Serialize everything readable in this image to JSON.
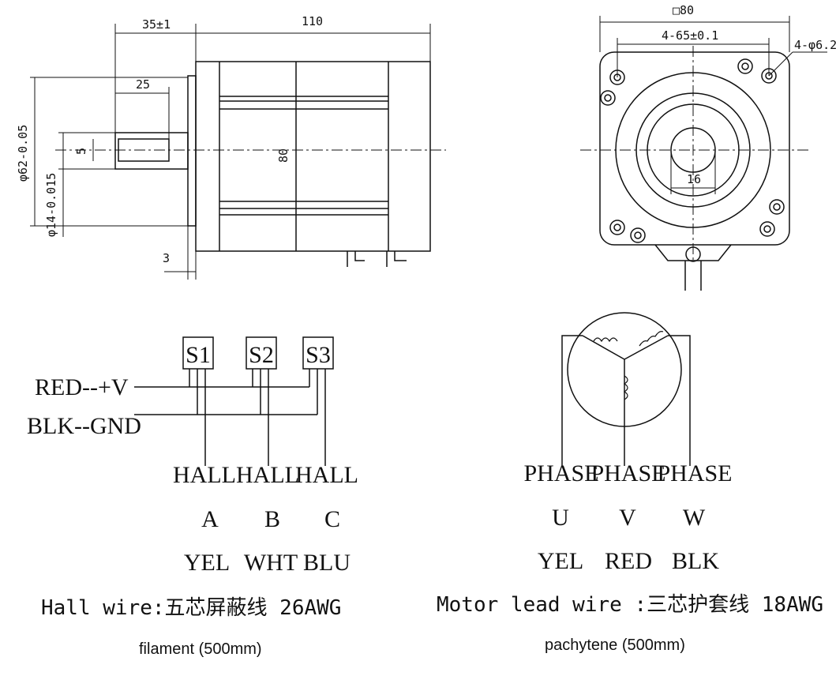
{
  "side_view": {
    "dim_flange_width": "35±1",
    "dim_body_length": "110",
    "dim_shaft_length": "25",
    "dim_key_width": "5",
    "dim_pilot_diameter": "φ62-0.05",
    "dim_shaft_diameter": "φ14-0.015",
    "dim_body_height": "80",
    "dim_flange_thickness": "3"
  },
  "front_view": {
    "dim_frame_size": "□80",
    "dim_hole_spacing": "4-65±0.1",
    "dim_hole_diameter": "4-φ6.2",
    "dim_shaft": "16"
  },
  "hall_schematic": {
    "sensors": [
      "S1",
      "S2",
      "S3"
    ],
    "power_label": "RED--+V",
    "ground_label": "BLK--GND",
    "outputs": [
      {
        "name": "HALL",
        "letter": "A",
        "color": "YEL"
      },
      {
        "name": "HALL",
        "letter": "B",
        "color": "WHT"
      },
      {
        "name": "HALL",
        "letter": "C",
        "color": "BLU"
      }
    ],
    "caption": "Hall wire:五芯屏蔽线 26AWG",
    "subcaption": "filament (500mm)"
  },
  "motor_schematic": {
    "outputs": [
      {
        "name": "PHASE",
        "letter": "U",
        "color": "YEL"
      },
      {
        "name": "PHASE",
        "letter": "V",
        "color": "RED"
      },
      {
        "name": "PHASE",
        "letter": "W",
        "color": "BLK"
      }
    ],
    "caption": "Motor lead wire :三芯护套线 18AWG",
    "subcaption": "pachytene (500mm)"
  }
}
